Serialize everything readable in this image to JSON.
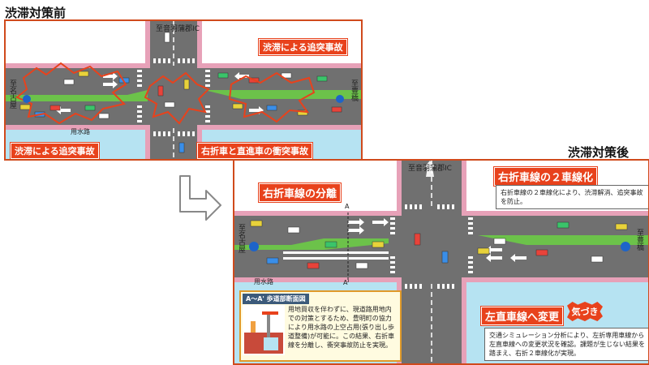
{
  "before": {
    "title": "渋滞対策前",
    "top_direction": "至音羽蒲郡IC",
    "left_direction": "至名古屋",
    "right_direction": "至豊橋",
    "canal_label": "用水路",
    "tags": {
      "rear_end_top": "渋滞による追突事故",
      "rear_end_bottom": "渋滞による追突事故",
      "right_turn_collision": "右折車と直進車の衝突事故"
    }
  },
  "after": {
    "title": "渋滞対策後",
    "top_direction": "至音羽蒲郡IC",
    "left_direction": "至名古屋",
    "right_direction": "至豊橋",
    "canal_label": "用水路",
    "point_label_top": "A",
    "point_label_bottom": "A'",
    "tags": {
      "separation": "右折車線の分離",
      "two_lane": "右折車線の２車線化",
      "left_straight": "左直車線へ変更",
      "kidzuki": "気づき"
    },
    "notes": {
      "two_lane": "右折車線の２車線化により、渋滞解消、追突事故を防止。",
      "simulation": "交通シミュレーション分析により、左折専用車線から左直車線への変更状況を確認。課題が生じない結果を踏まえ、右折２車線化が実現。"
    },
    "section": {
      "title": "A～A' 歩道部断面図",
      "text": "用地買収を伴わずに、現道路用地内での対策とするため、豊明町の協力により用水路の上空占用(張り出し歩道整備)が可能に。この結果、右折車線を分離し、衝突事故防止を実現。"
    }
  },
  "colors": {
    "road": "#707070",
    "median": "#6cc24a",
    "sidewalk": "#e7a1b8",
    "canal": "#b6e3f2",
    "tag_red": "#e8421c",
    "panel_border": "#d04a1c"
  }
}
